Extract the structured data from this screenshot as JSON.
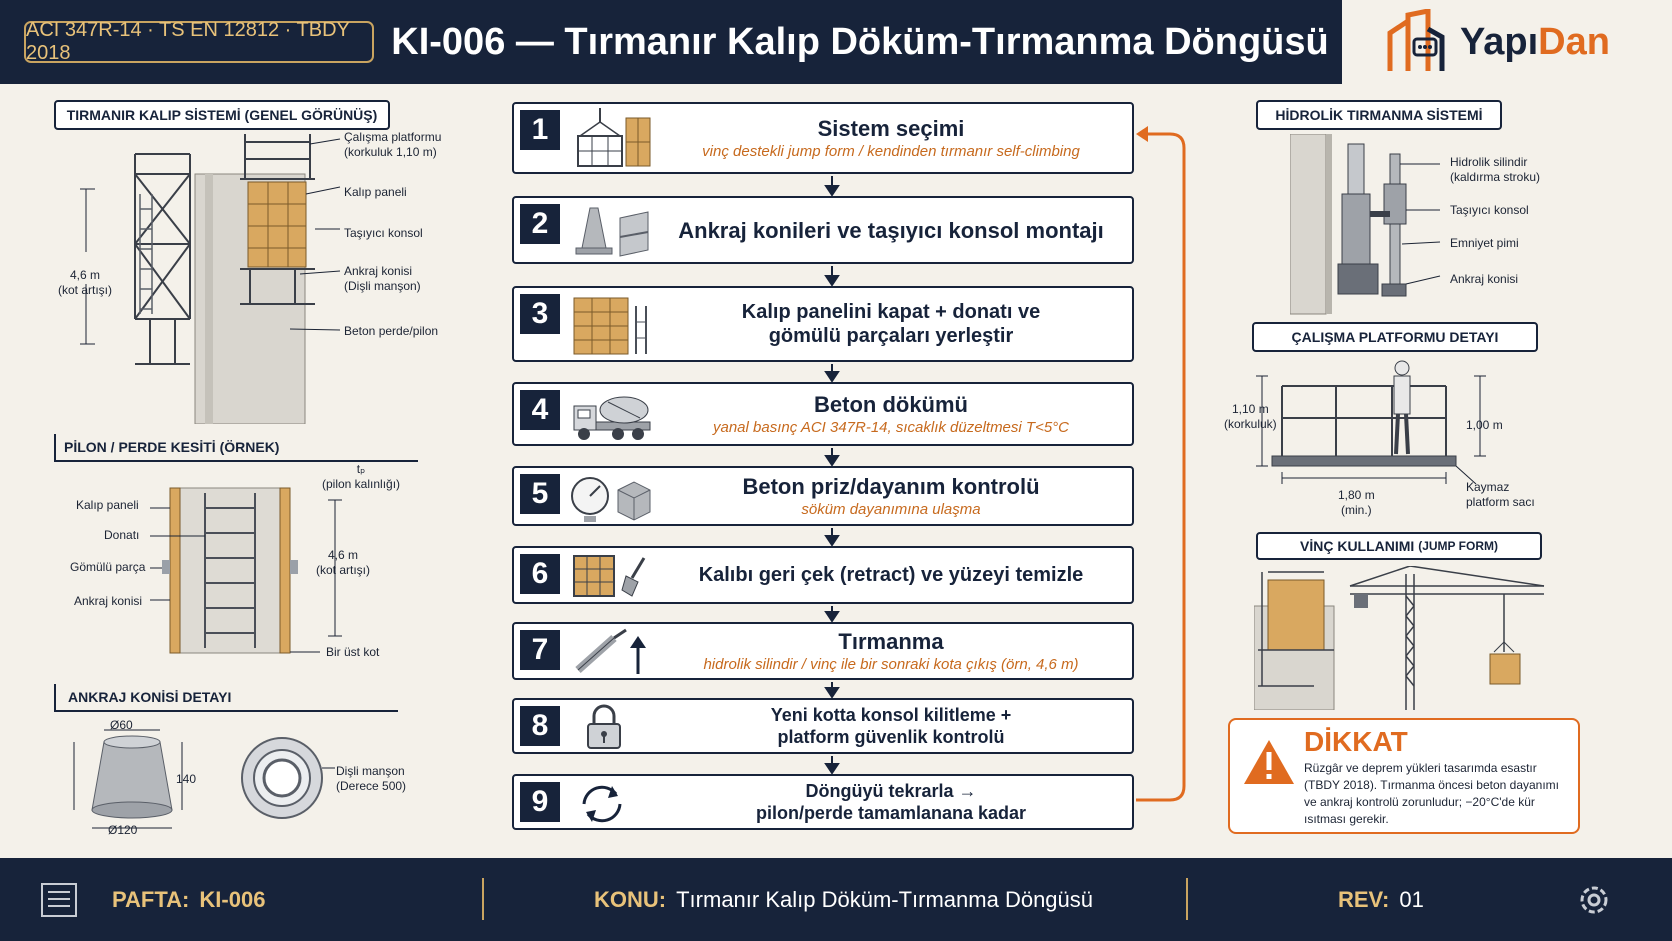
{
  "header": {
    "standards": "ACI 347R-14 · TS EN 12812 · TBDY 2018",
    "title": "KI-006 — Tırmanır Kalıp Döküm-Tırmanma Döngüsü",
    "logo_part1": "Yapı",
    "logo_part2": "Dan"
  },
  "left": {
    "general_title": "TIRMANIR KALIP SİSTEMİ (GENEL GÖRÜNÜŞ)",
    "general_labels": {
      "platform": "Çalışma platformu",
      "platform_sub": "(korkuluk 1,10 m)",
      "panel": "Kalıp paneli",
      "console": "Taşıyıcı konsol",
      "cone": "Ankraj konisi",
      "cone_sub": "(Dişli manşon)",
      "wall": "Beton perde/pilon",
      "height": "4,6 m",
      "height_sub": "(kot artışı)"
    },
    "section_title": "PİLON / PERDE KESİTİ (ÖRNEK)",
    "section_labels": {
      "tp": "tₚ",
      "tp_sub": "(pilon kalınlığı)",
      "panel": "Kalıp paneli",
      "rebar": "Donatı",
      "embed": "Gömülü parça",
      "cone": "Ankraj konisi",
      "height": "4,6 m",
      "height_sub": "(kot artışı)",
      "next": "Bir üst kot"
    },
    "cone_title": "ANKRAJ KONİSİ DETAYI",
    "cone_labels": {
      "top_dia": "Ø60",
      "height": "140",
      "bottom_dia": "Ø120",
      "sleeve": "Dişli manşon",
      "sleeve_sub": "(Derece 500)"
    }
  },
  "steps": [
    {
      "num": "1",
      "title": "Sistem seçimi",
      "sub": "vinç destekli jump form / kendinden tırmanır self-climbing"
    },
    {
      "num": "2",
      "title": "Ankraj konileri ve taşıyıcı konsol montajı",
      "sub": ""
    },
    {
      "num": "3",
      "title": "Kalıp panelini kapat + donatı ve",
      "title2": "gömülü parçaları yerleştir",
      "sub": ""
    },
    {
      "num": "4",
      "title": "Beton dökümü",
      "sub": "yanal basınç ACI 347R-14, sıcaklık düzeltmesi T<5°C"
    },
    {
      "num": "5",
      "title": "Beton priz/dayanım kontrolü",
      "sub": "söküm dayanımına ulaşma"
    },
    {
      "num": "6",
      "title": "Kalıbı geri çek (retract) ve yüzeyi temizle",
      "sub": ""
    },
    {
      "num": "7",
      "title": "Tırmanma",
      "sub": "hidrolik silindir / vinç ile bir sonraki kota çıkış (örn, 4,6 m)"
    },
    {
      "num": "8",
      "title": "Yeni kotta konsol kilitleme +",
      "title2": "platform güvenlik kontrolü",
      "sub": ""
    },
    {
      "num": "9",
      "title": "Döngüyü tekrarla →",
      "title2": "pilon/perde tamamlanana kadar",
      "sub": ""
    }
  ],
  "right": {
    "hydraulic_title": "HİDROLİK TIRMANMA SİSTEMİ",
    "hydraulic_labels": {
      "cyl": "Hidrolik silindir",
      "cyl_sub": "(kaldırma stroku)",
      "console": "Taşıyıcı konsol",
      "pin": "Emniyet pimi",
      "cone": "Ankraj konisi"
    },
    "platform_title": "ÇALIŞMA PLATFORMU DETAYI",
    "platform_labels": {
      "rail": "1,10 m",
      "rail_sub": "(korkuluk)",
      "h": "1,00 m",
      "width": "1,80 m",
      "width_sub": "(min.)",
      "deck": "Kaymaz",
      "deck_sub": "platform sacı"
    },
    "crane_title": "VİNÇ KULLANIMI",
    "crane_title_sub": "(JUMP FORM)"
  },
  "warning": {
    "title": "DİKKAT",
    "text": "Rüzgâr ve deprem yükleri tasarımda esastır (TBDY 2018). Tırmanma öncesi beton dayanımı ve ankraj kontrolü zorunludur; −20°C'de kür ısıtması gerekir."
  },
  "footer": {
    "sheet_key": "PAFTA:",
    "sheet_val": "KI-006",
    "topic_key": "KONU:",
    "topic_val": "Tırmanır Kalıp Döküm-Tırmanma Döngüsü",
    "rev_key": "REV:",
    "rev_val": "01"
  },
  "colors": {
    "navy": "#17233a",
    "orange": "#e06b20",
    "gold": "#e8c27a",
    "paper": "#f4f1ea"
  }
}
